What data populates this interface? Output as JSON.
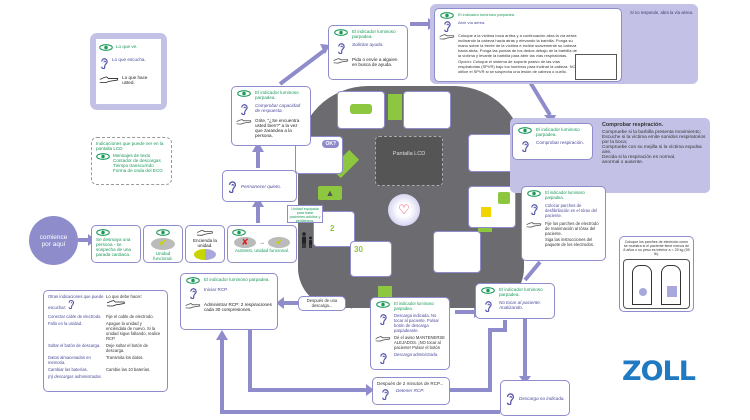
{
  "legend": {
    "see": "Lo que ve.",
    "hear": "Lo que escucha.",
    "do": "Lo que hace usted."
  },
  "lcd_indications": {
    "title": "Indicaciones que puede ver en la pantalla LCD",
    "items": [
      "Mensajes de texto",
      "Contador de descargas",
      "Tiempo transcurrido",
      "Forma de onda del ECG"
    ]
  },
  "start": {
    "label": "comience por aquí"
  },
  "start_row": [
    {
      "text": "Se desmaya una persona - se sospecha de una parada cardiaca."
    },
    {
      "text": "Unidad funcional."
    },
    {
      "text": "Encienda la unidad."
    },
    {
      "text": "Autotest, unidad funcional."
    }
  ],
  "pediatric_note": "Unidad equipada para tratar pacientes adultos y pediátricos.",
  "steps": {
    "stay_still": {
      "hear": "Permanecer quieto."
    },
    "check_response": {
      "see": "El indicador luminoso parpadea.",
      "hear": "Comprobar capacidad de respuesta.",
      "do": "Grite, \"¿Se encuentra usted bien?\" a la vez que zarandea a la persona."
    },
    "call_help": {
      "see": "El indicador luminoso parpadea.",
      "hear": "Solicitar ayuda.",
      "do": "Pida o envíe a alguien en busca de ayuda."
    },
    "open_airway": {
      "see": "El indicador luminoso parpadea.",
      "hear": "Abrir vía aérea.",
      "do": "Coloque a la víctima boca arriba y a continuación abra la vía aérea inclinando la cabeza hacia atrás y elevando la barbilla. Ponga su mano sobre la frente de la víctima e incline suavemente su cabeza hacia atrás. Ponga las puntas de los dedos debajo de la barbilla de la víctima y levante la barbilla para abrir las vías respiratorias.",
      "option": "Opción: Coloque el sistema de soporte pasivo de las vías respiratorias (SPVR) bajo los hombros para inclinar la cabeza. NO utilice el SPVR si se sospecha una lesión de cabeza o cuello.",
      "no_response": "Si no responde, abra la vía aérea."
    },
    "check_breathing": {
      "see": "El indicador luminoso parpadea.",
      "hear": "Comprobar respiración.",
      "detail_title": "Comprobar respiración.",
      "detail": [
        "Compruebe si la barbilla presenta movimiento;",
        "Escuche si la víctima emite sonidos respiratorios por la boca;",
        "Compruebe con su mejilla si la víctima expulsa aire.",
        "Decida si la respiración es normal,",
        "anormal o ausente."
      ]
    },
    "attach_pads": {
      "see": "El indicador luminoso parpadea.",
      "hear": "Colocar parches de desfibrilación en el tórax del paciente.",
      "do": "Fije los parches de electrodo de reanimación al tórax del paciente.",
      "do2": "Siga las instrucciones del paquete de los electrodos."
    },
    "child_pads": "Coloque los parches de electrodo como se muestra si el paciente tiene menos de 8 años o su peso es inferior a < 25 kg (55 lb).",
    "analyzing": {
      "see": "El indicador luminoso parpadea.",
      "hear": "No tocar al paciente. Analizando."
    },
    "shock": {
      "see": "El indicador luminoso parpadea.",
      "hear": "Descarga indicada. No tocar al paciente. Pulsar botón de descarga parpadeante.",
      "do": "Dé el aviso MANTENERSE ALEJADOS. ¡NO tocar al paciente! Pulsar el botón",
      "hear2": "Descarga administrada."
    },
    "after_shock": "Después de una descarga...",
    "cpr": {
      "see": "El indicador luminoso parpadea.",
      "hear": "Iniciar RCP.",
      "do": "Administrar RCP: 2 respiraciones cada 30 compresiones."
    },
    "after_2min": {
      "title": "Después de 2 minutos de RCP...",
      "hear": "Detener RCP."
    },
    "no_shock": {
      "hear": "Descarga no indicada."
    }
  },
  "device": {
    "lcd_label": "Pantalla LCD",
    "ok_label": "OK?",
    "cpr_counts": [
      "2",
      "30"
    ]
  },
  "other_prompts": {
    "header_hear": "Otras indicaciones que puede escuchar:",
    "header_do": "Lo que debe hacer:",
    "rows": [
      {
        "hear": "Conectar cable de electrodo.",
        "do": "Fije el cable de electrodo."
      },
      {
        "hear": "Fallo en la unidad.",
        "do": "Apague la unidad y enciéndala de nuevo. Si la unidad sigue fallando, realice RCP."
      },
      {
        "hear": "Soltar el botón de descarga.",
        "do": "Deje soltar el botón de descarga."
      },
      {
        "hear": "Datos almacenados en memoria.",
        "do": "Transmita los datos."
      },
      {
        "hear": "Cambiar las baterías.",
        "do": "Cambie las 10 baterías."
      },
      {
        "hear": "(n) descargas administradas.",
        "do": ""
      }
    ]
  },
  "logo": "ZOLL",
  "colors": {
    "purple": "#8e8ccb",
    "green_text": "#1a9a5a",
    "lime": "#8dc63f",
    "device_gray": "#6b6b70",
    "zoll_blue": "#1f7ac2"
  }
}
